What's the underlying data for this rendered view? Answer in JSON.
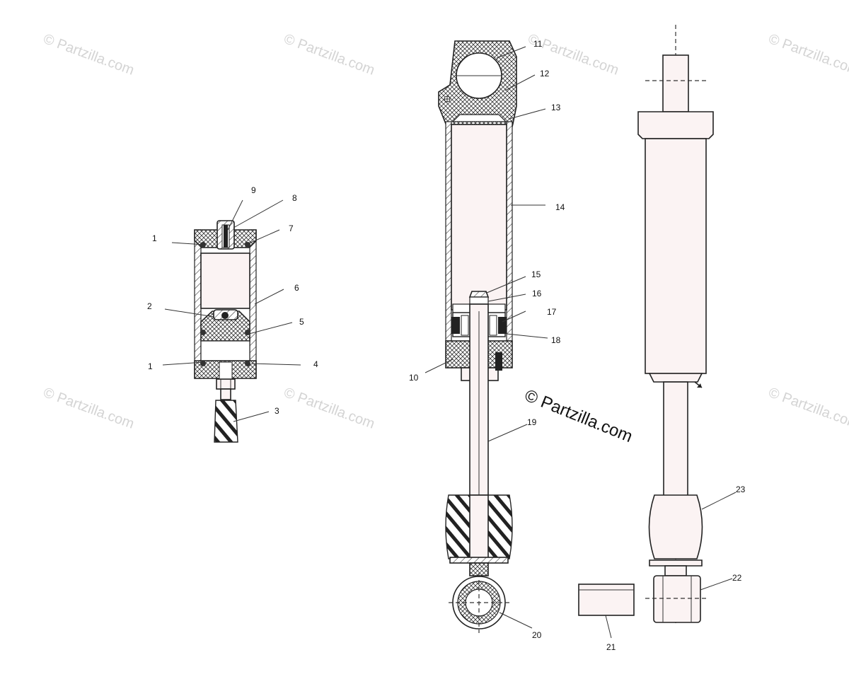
{
  "watermark": {
    "small": "© Partzilla.com",
    "main": "© Partzilla.com"
  },
  "callouts": [
    "1",
    "2",
    "1",
    "3",
    "4",
    "5",
    "6",
    "7",
    "8",
    "9",
    "10",
    "11",
    "12",
    "13",
    "14",
    "15",
    "16",
    "17",
    "18",
    "19",
    "20",
    "21",
    "22",
    "23"
  ],
  "colors": {
    "line": "#222222",
    "body_fill": "#fbf3f3",
    "watermark": "#d4d4d4"
  }
}
